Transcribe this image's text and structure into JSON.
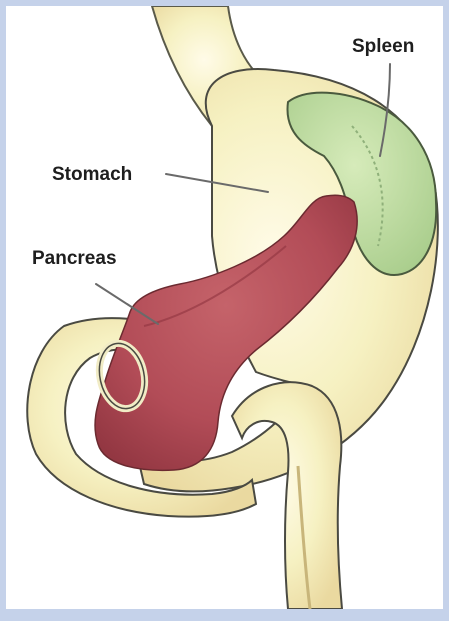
{
  "labels": {
    "spleen": "Spleen",
    "stomach": "Stomach",
    "pancreas": "Pancreas"
  },
  "colors": {
    "background": "#c5d2ea",
    "stomach_fill": "#f3efba",
    "spleen_fill": "#c3dfa6",
    "pancreas_fill": "#b24c57",
    "outline": "#4a4a42"
  }
}
